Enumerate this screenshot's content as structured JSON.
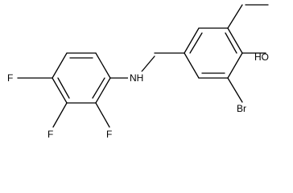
{
  "structure": {
    "atoms": {
      "nh": "NH",
      "oh": "HO",
      "br": "Br",
      "f_para": "F",
      "f_meta": "F",
      "f_ortho": "F"
    },
    "colors": {
      "bond": "#000000",
      "text": "#000000",
      "background": "#ffffff"
    }
  }
}
